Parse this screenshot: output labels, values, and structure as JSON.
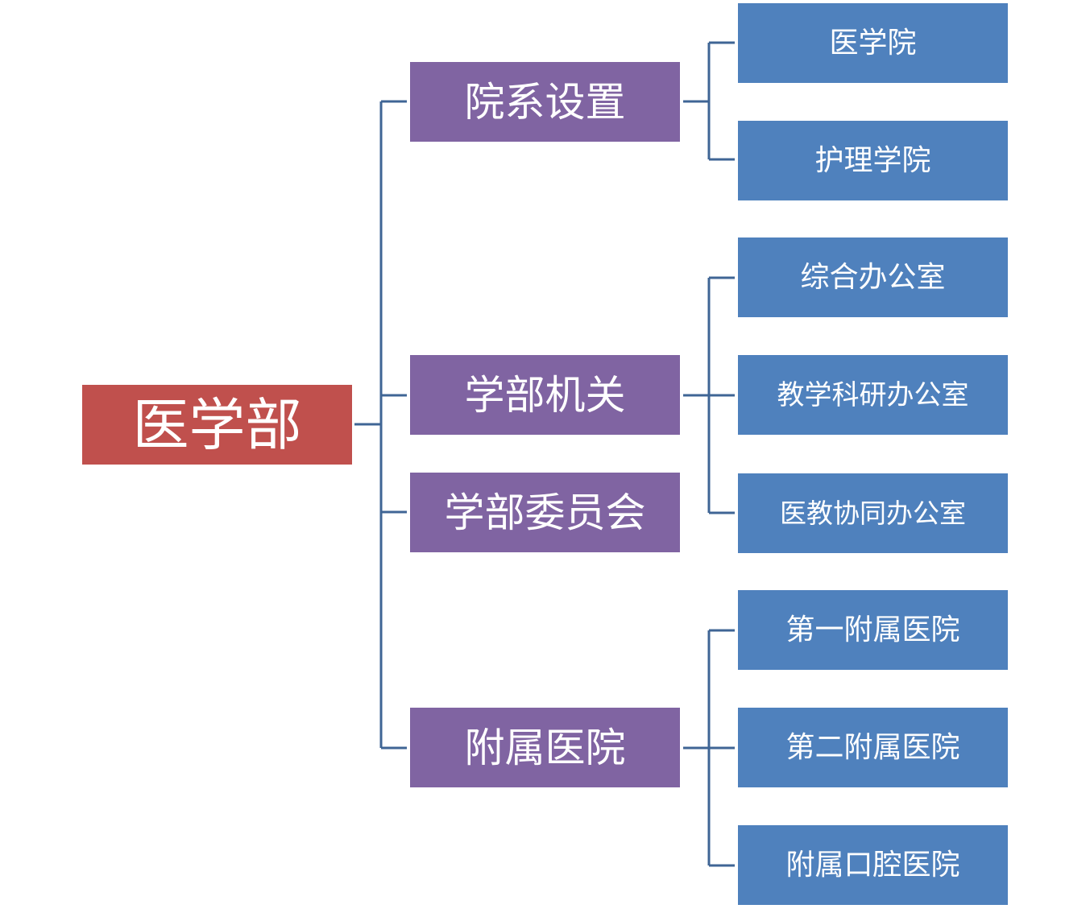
{
  "colors": {
    "root_fill": "#c0504d",
    "mid_fill": "#8064a2",
    "leaf_fill": "#4f81bd",
    "connector": "#3f6595",
    "text": "#ffffff"
  },
  "root": {
    "label": "医学部"
  },
  "groups": [
    {
      "label": "院系设置",
      "children": [
        {
          "label": "医学院"
        },
        {
          "label": "护理学院"
        }
      ]
    },
    {
      "label": "学部机关",
      "children": [
        {
          "label": "综合办公室"
        },
        {
          "label": "教学科研办公室"
        },
        {
          "label": "医教协同办公室"
        }
      ]
    },
    {
      "label": "学部委员会",
      "children": []
    },
    {
      "label": "附属医院",
      "children": [
        {
          "label": "第一附属医院"
        },
        {
          "label": "第二附属医院"
        },
        {
          "label": "附属口腔医院"
        }
      ]
    }
  ]
}
